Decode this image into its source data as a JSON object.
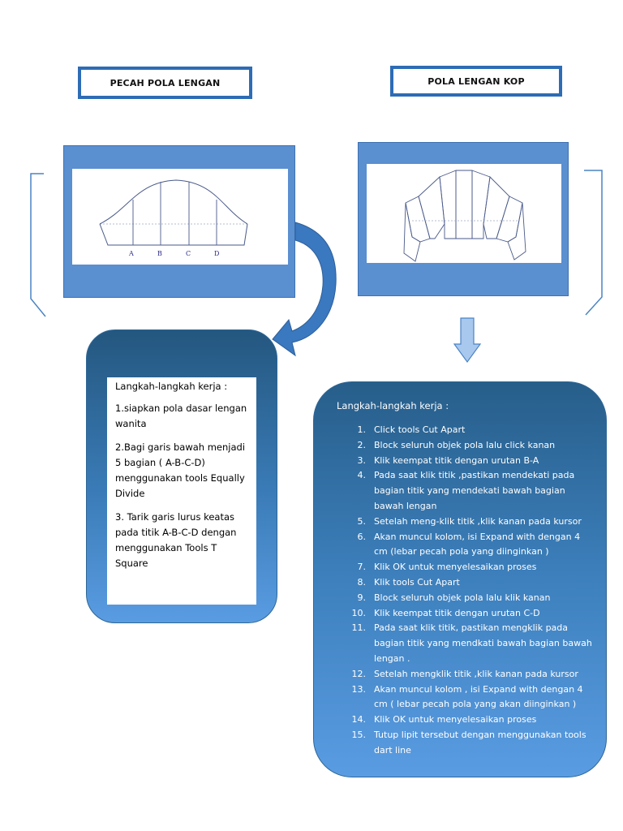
{
  "left": {
    "title": "PECAH POLA LENGAN",
    "labels": [
      "A",
      "B",
      "C",
      "D"
    ],
    "card": {
      "heading": "Langkah-langkah kerja :",
      "steps": [
        "1.siapkan pola dasar lengan wanita",
        "2.Bagi garis bawah menjadi 5 bagian ( A-B-C-D) menggunakan tools Equally Divide",
        "3. Tarik garis lurus keatas pada titik A-B-C-D dengan menggunakan Tools T Square"
      ]
    }
  },
  "right": {
    "title": "POLA LENGAN KOP",
    "card": {
      "heading": "Langkah-langkah kerja :",
      "steps": [
        {
          "num": "1.",
          "text": "Click tools Cut Apart"
        },
        {
          "num": "2.",
          "text": "Block seluruh objek pola lalu click kanan"
        },
        {
          "num": "3.",
          "text": "Klik keempat titik dengan urutan B-A"
        },
        {
          "num": "4.",
          "text": "Pada saat klik titik ,pastikan mendekati pada bagian titik yang mendekati bawah bagian bawah lengan"
        },
        {
          "num": "5.",
          "text": "Setelah meng-klik titik ,klik kanan pada kursor"
        },
        {
          "num": "6.",
          "text": "Akan muncul kolom, isi Expand with dengan 4 cm (lebar pecah pola yang diinginkan )"
        },
        {
          "num": "7.",
          "text": "Klik OK untuk menyelesaikan proses"
        },
        {
          "num": "8.",
          "text": "Klik tools Cut Apart"
        },
        {
          "num": "9.",
          "text": "Block seluruh objek pola lalu klik kanan"
        },
        {
          "num": "10.",
          "text": "Klik keempat titik dengan urutan C-D"
        },
        {
          "num": "11.",
          "text": "Pada saat klik titik, pastikan mengklik pada bagian titik yang mendkati bawah bagian bawah lengan ."
        },
        {
          "num": "12.",
          "text": "Setelah mengklik titik ,klik kanan pada kursor"
        },
        {
          "num": "13.",
          "text": "Akan muncul kolom , isi Expand with dengan 4 cm ( lebar pecah pola yang akan diinginkan )"
        },
        {
          "num": "14.",
          "text": "Klik OK untuk menyelesaikan proses"
        },
        {
          "num": "15.",
          "text": "Tutup lipit tersebut dengan menggunakan tools dart line"
        }
      ]
    }
  },
  "colors": {
    "title_border": "#2e6cb5",
    "panel": "#5a8fd0",
    "arrow": "#3a78c0",
    "card_dark": "#24577f",
    "card_light": "#5a9ce2"
  }
}
